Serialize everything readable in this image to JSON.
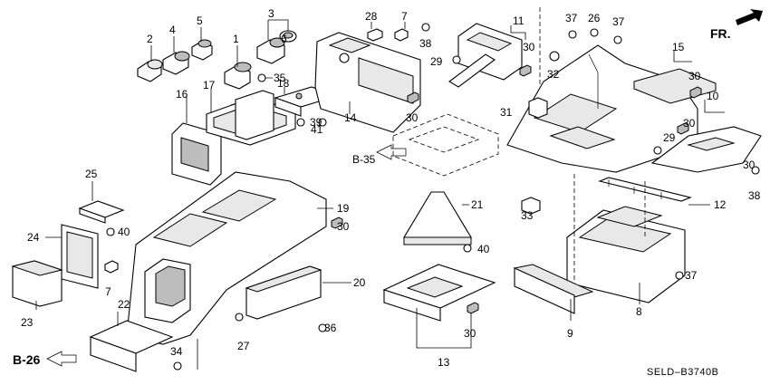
{
  "diagram_code": "SELD–B3740B",
  "direction_label": "FR.",
  "refs": {
    "b35": "B-35",
    "b26": "B-26"
  },
  "callouts": {
    "p1": "1",
    "p2": "2",
    "p3": "3",
    "p4": "4",
    "p5": "5",
    "p6": "6",
    "p7a": "7",
    "p7b": "7",
    "p8": "8",
    "p9": "9",
    "p10": "10",
    "p11": "11",
    "p12": "12",
    "p13": "13",
    "p14": "14",
    "p15": "15",
    "p16": "16",
    "p17": "17",
    "p18": "18",
    "p19": "19",
    "p20": "20",
    "p21": "21",
    "p22": "22",
    "p23": "23",
    "p24": "24",
    "p25": "25",
    "p26": "26",
    "p27": "27",
    "p28": "28",
    "p29a": "29",
    "p29b": "29",
    "p30a": "30",
    "p30b": "30",
    "p30c": "30",
    "p30d": "30",
    "p30e": "30",
    "p30f": "30",
    "p30g": "30",
    "p31": "31",
    "p32": "32",
    "p33": "33",
    "p34": "34",
    "p35": "35",
    "p36": "36",
    "p37a": "37",
    "p37b": "37",
    "p37c": "37",
    "p38a": "38",
    "p38b": "38",
    "p39": "39",
    "p40a": "40",
    "p40b": "40",
    "p41": "41"
  }
}
